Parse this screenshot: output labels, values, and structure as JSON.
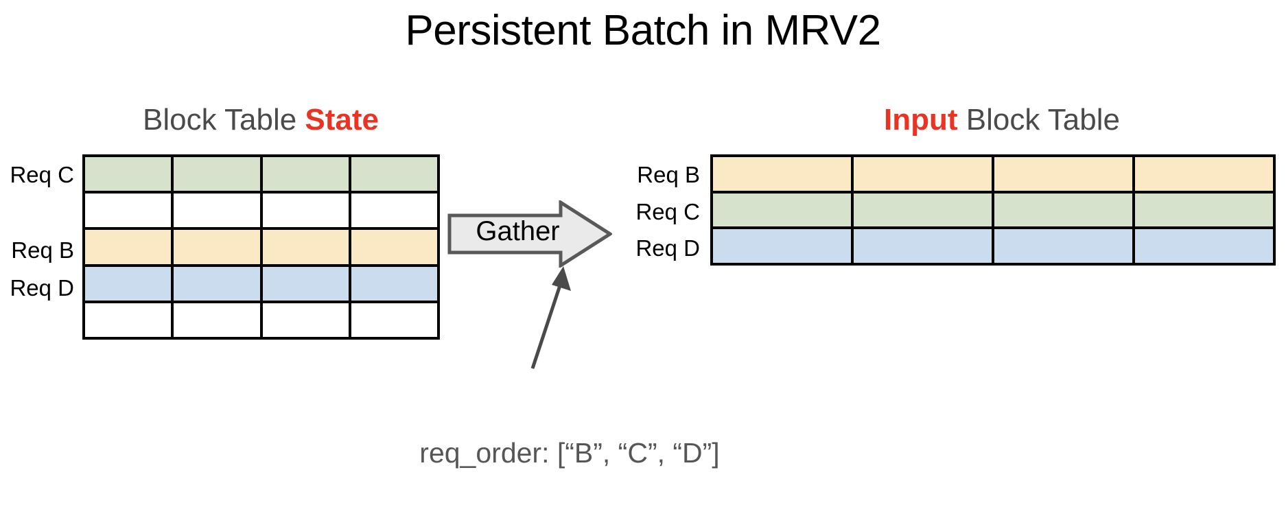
{
  "title": "Persistent Batch in MRV2",
  "colors": {
    "accent_red": "#ea3323",
    "heading_gray": "#4a4a4a",
    "caption_gray": "#565656",
    "green_row": "#d6e2cb",
    "yellow_row": "#fbe9c5",
    "blue_row": "#cadcee",
    "empty_row": "#ffffff",
    "arrow_fill": "#eaeaea",
    "arrow_stroke": "#595959",
    "grid_stroke": "#000000"
  },
  "left_panel": {
    "heading_prefix": "Block Table ",
    "heading_accent": "State",
    "labels": {
      "req_c": "Req C",
      "req_b": "Req B",
      "req_d": "Req D"
    },
    "columns": 4,
    "rows": [
      {
        "req": "C",
        "fill": "green",
        "occupied": true
      },
      {
        "req": "",
        "fill": "empty",
        "occupied": false
      },
      {
        "req": "B",
        "fill": "yellow",
        "occupied": true
      },
      {
        "req": "D",
        "fill": "blue",
        "occupied": true
      },
      {
        "req": "",
        "fill": "empty",
        "occupied": false
      }
    ]
  },
  "right_panel": {
    "heading_accent": "Input",
    "heading_suffix": " Block Table",
    "labels": {
      "req_b": "Req B",
      "req_c": "Req C",
      "req_d": "Req D"
    },
    "columns": 4,
    "rows": [
      {
        "req": "B",
        "fill": "yellow",
        "occupied": true
      },
      {
        "req": "C",
        "fill": "green",
        "occupied": true
      },
      {
        "req": "D",
        "fill": "blue",
        "occupied": true
      }
    ]
  },
  "operation": {
    "label": "Gather",
    "direction": "left-to-right"
  },
  "caption": "req_order: [“B”, “C”, “D”]"
}
